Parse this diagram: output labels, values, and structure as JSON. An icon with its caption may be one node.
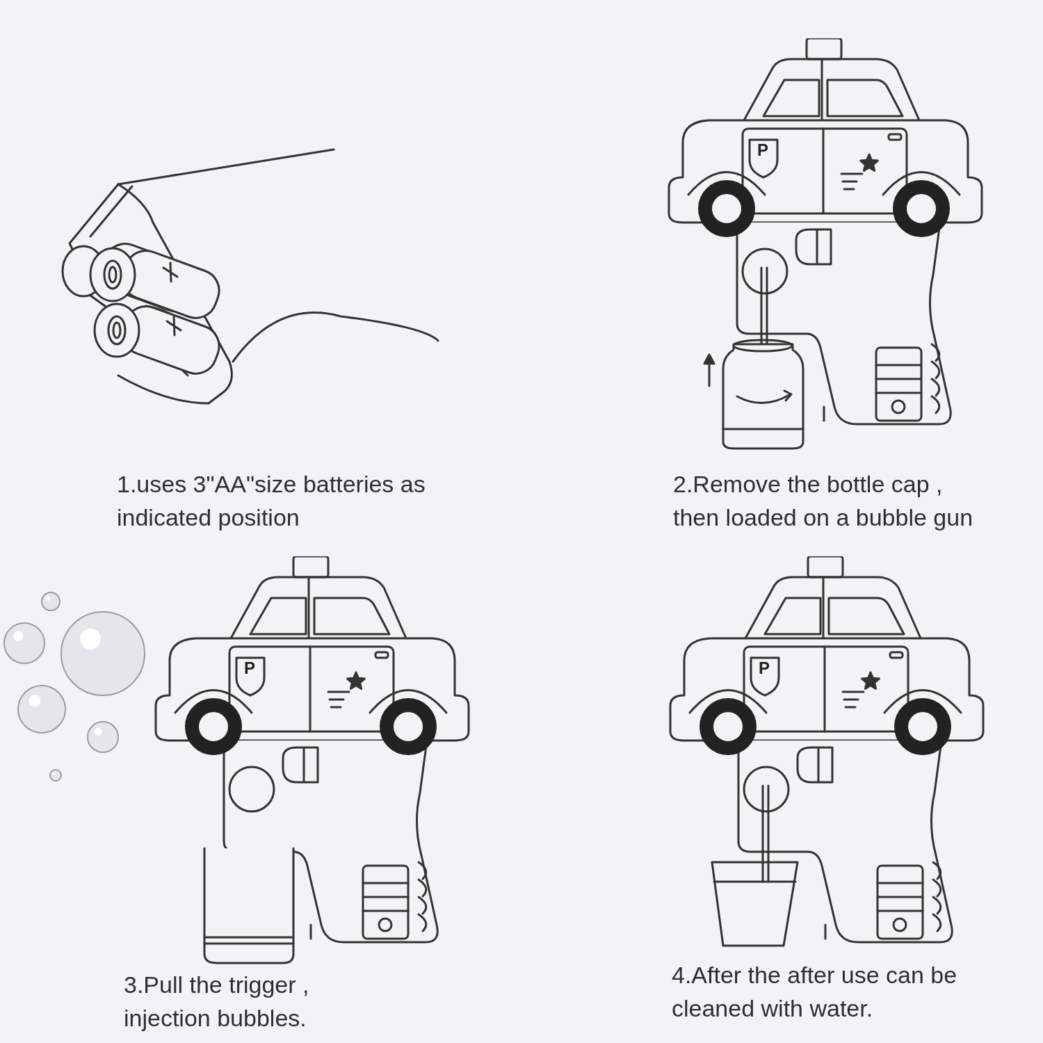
{
  "diagram": {
    "labels": [
      "1.uses 3\"AA\"size batteries as indicated position",
      "P",
      "2.Remove the bottle cap , then loaded on a bubble gun",
      "P",
      "3.Pull the trigger , injection bubbles.",
      "P",
      "4.After the after use can be cleaned with water."
    ]
  }
}
